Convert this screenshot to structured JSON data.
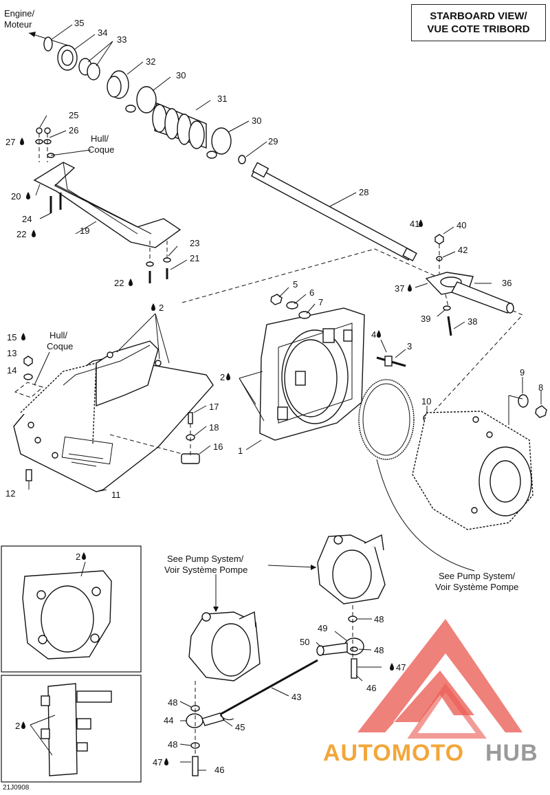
{
  "view_title": {
    "line1": "STARBOARD VIEW/",
    "line2": "VUE COTE TRIBORD"
  },
  "callouts": {
    "engine_line1": "Engine/",
    "engine_line2": "Moteur",
    "hull_a_line1": "Hull/",
    "hull_a_line2": "Coque",
    "hull_b_line1": "Hull/",
    "hull_b_line2": "Coque",
    "pump_a_line1": "See Pump System/",
    "pump_a_line2": "Voir Système Pompe",
    "pump_b_line1": "See Pump System/",
    "pump_b_line2": "Voir Système Pompe"
  },
  "part_numbers": {
    "p1": "1",
    "p2a": "2",
    "p2b": "2",
    "p2c": "2",
    "p2d": "2",
    "p3": "3",
    "p4": "4",
    "p5": "5",
    "p6": "6",
    "p7": "7",
    "p8": "8",
    "p9": "9",
    "p10": "10",
    "p11": "11",
    "p12": "12",
    "p13": "13",
    "p14": "14",
    "p15": "15",
    "p16": "16",
    "p17": "17",
    "p18": "18",
    "p19": "19",
    "p20": "20",
    "p21": "21",
    "p22a": "22",
    "p22b": "22",
    "p23": "23",
    "p24": "24",
    "p25": "25",
    "p26": "26",
    "p27": "27",
    "p28": "28",
    "p29": "29",
    "p30a": "30",
    "p30b": "30",
    "p31": "31",
    "p32": "32",
    "p33": "33",
    "p34": "34",
    "p35": "35",
    "p36": "36",
    "p37": "37",
    "p38": "38",
    "p39": "39",
    "p40": "40",
    "p41": "41",
    "p42": "42",
    "p43": "43",
    "p44": "44",
    "p45": "45",
    "p46a": "46",
    "p46b": "46",
    "p47a": "47",
    "p47b": "47",
    "p48a": "48",
    "p48b": "48",
    "p48c": "48",
    "p48d": "48",
    "p49": "49",
    "p50": "50"
  },
  "diagram_code": "21J0908",
  "watermark": {
    "text_orange": "AUTOMOTO",
    "text_gray": "HUB",
    "color_red": "#e8463c",
    "color_orange": "#f2a63a",
    "color_gray": "#9a9a9a"
  }
}
